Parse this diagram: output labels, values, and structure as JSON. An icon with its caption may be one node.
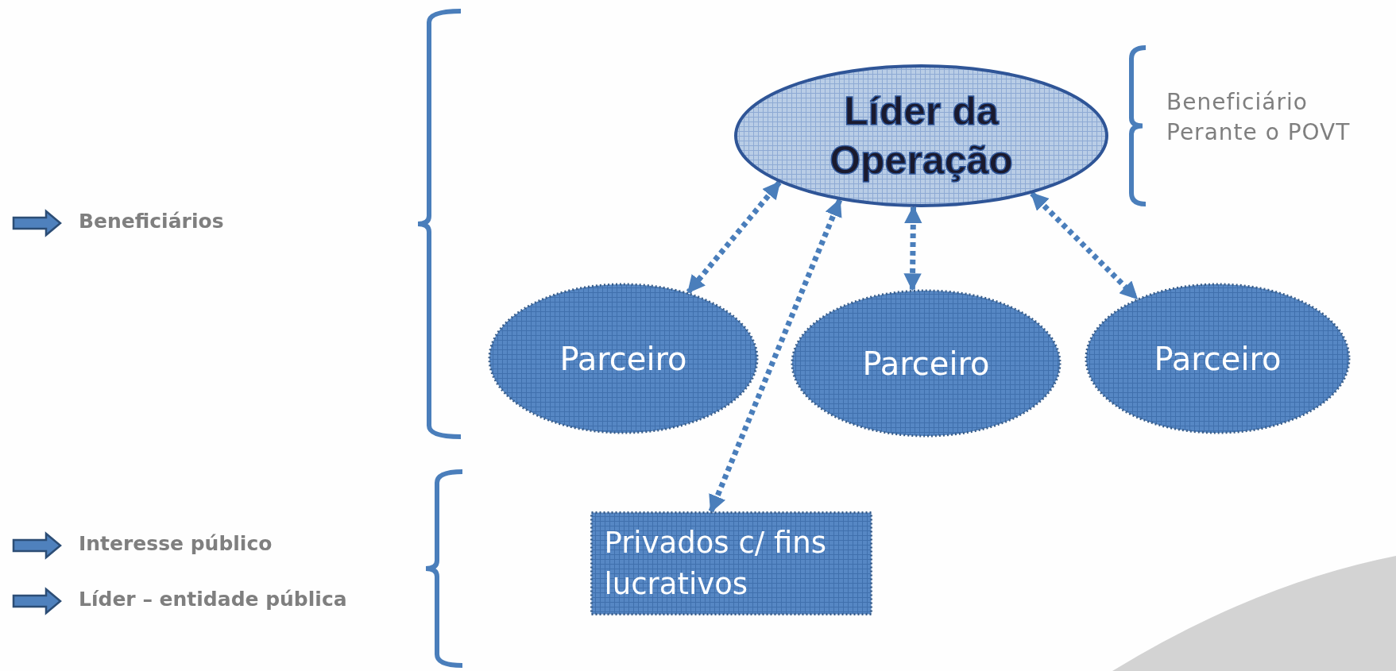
{
  "diagram": {
    "nodes": [
      {
        "text": [
          "Líder da Operação"
        ]
      },
      {
        "text": [
          "Parceiro"
        ]
      },
      {
        "text": [
          "Parceiro"
        ]
      },
      {
        "text": [
          "Parceiro"
        ]
      },
      {
        "text": [
          "Privados c/ fins lucrativos"
        ]
      }
    ],
    "edges": [
      {
        "from": 0,
        "to": 1,
        "arrow": "both",
        "style": "dashed"
      },
      {
        "from": 0,
        "to": 4,
        "arrow": "both",
        "style": "dashed"
      },
      {
        "from": 0,
        "to": 2,
        "arrow": "both",
        "style": "dashed"
      },
      {
        "from": 0,
        "to": 3,
        "arrow": "both",
        "style": "dashed"
      }
    ],
    "labels": [
      "Beneficiário Perante o POVT",
      "Beneficiários",
      "Interesse público",
      "Líder – entidade pública"
    ]
  }
}
